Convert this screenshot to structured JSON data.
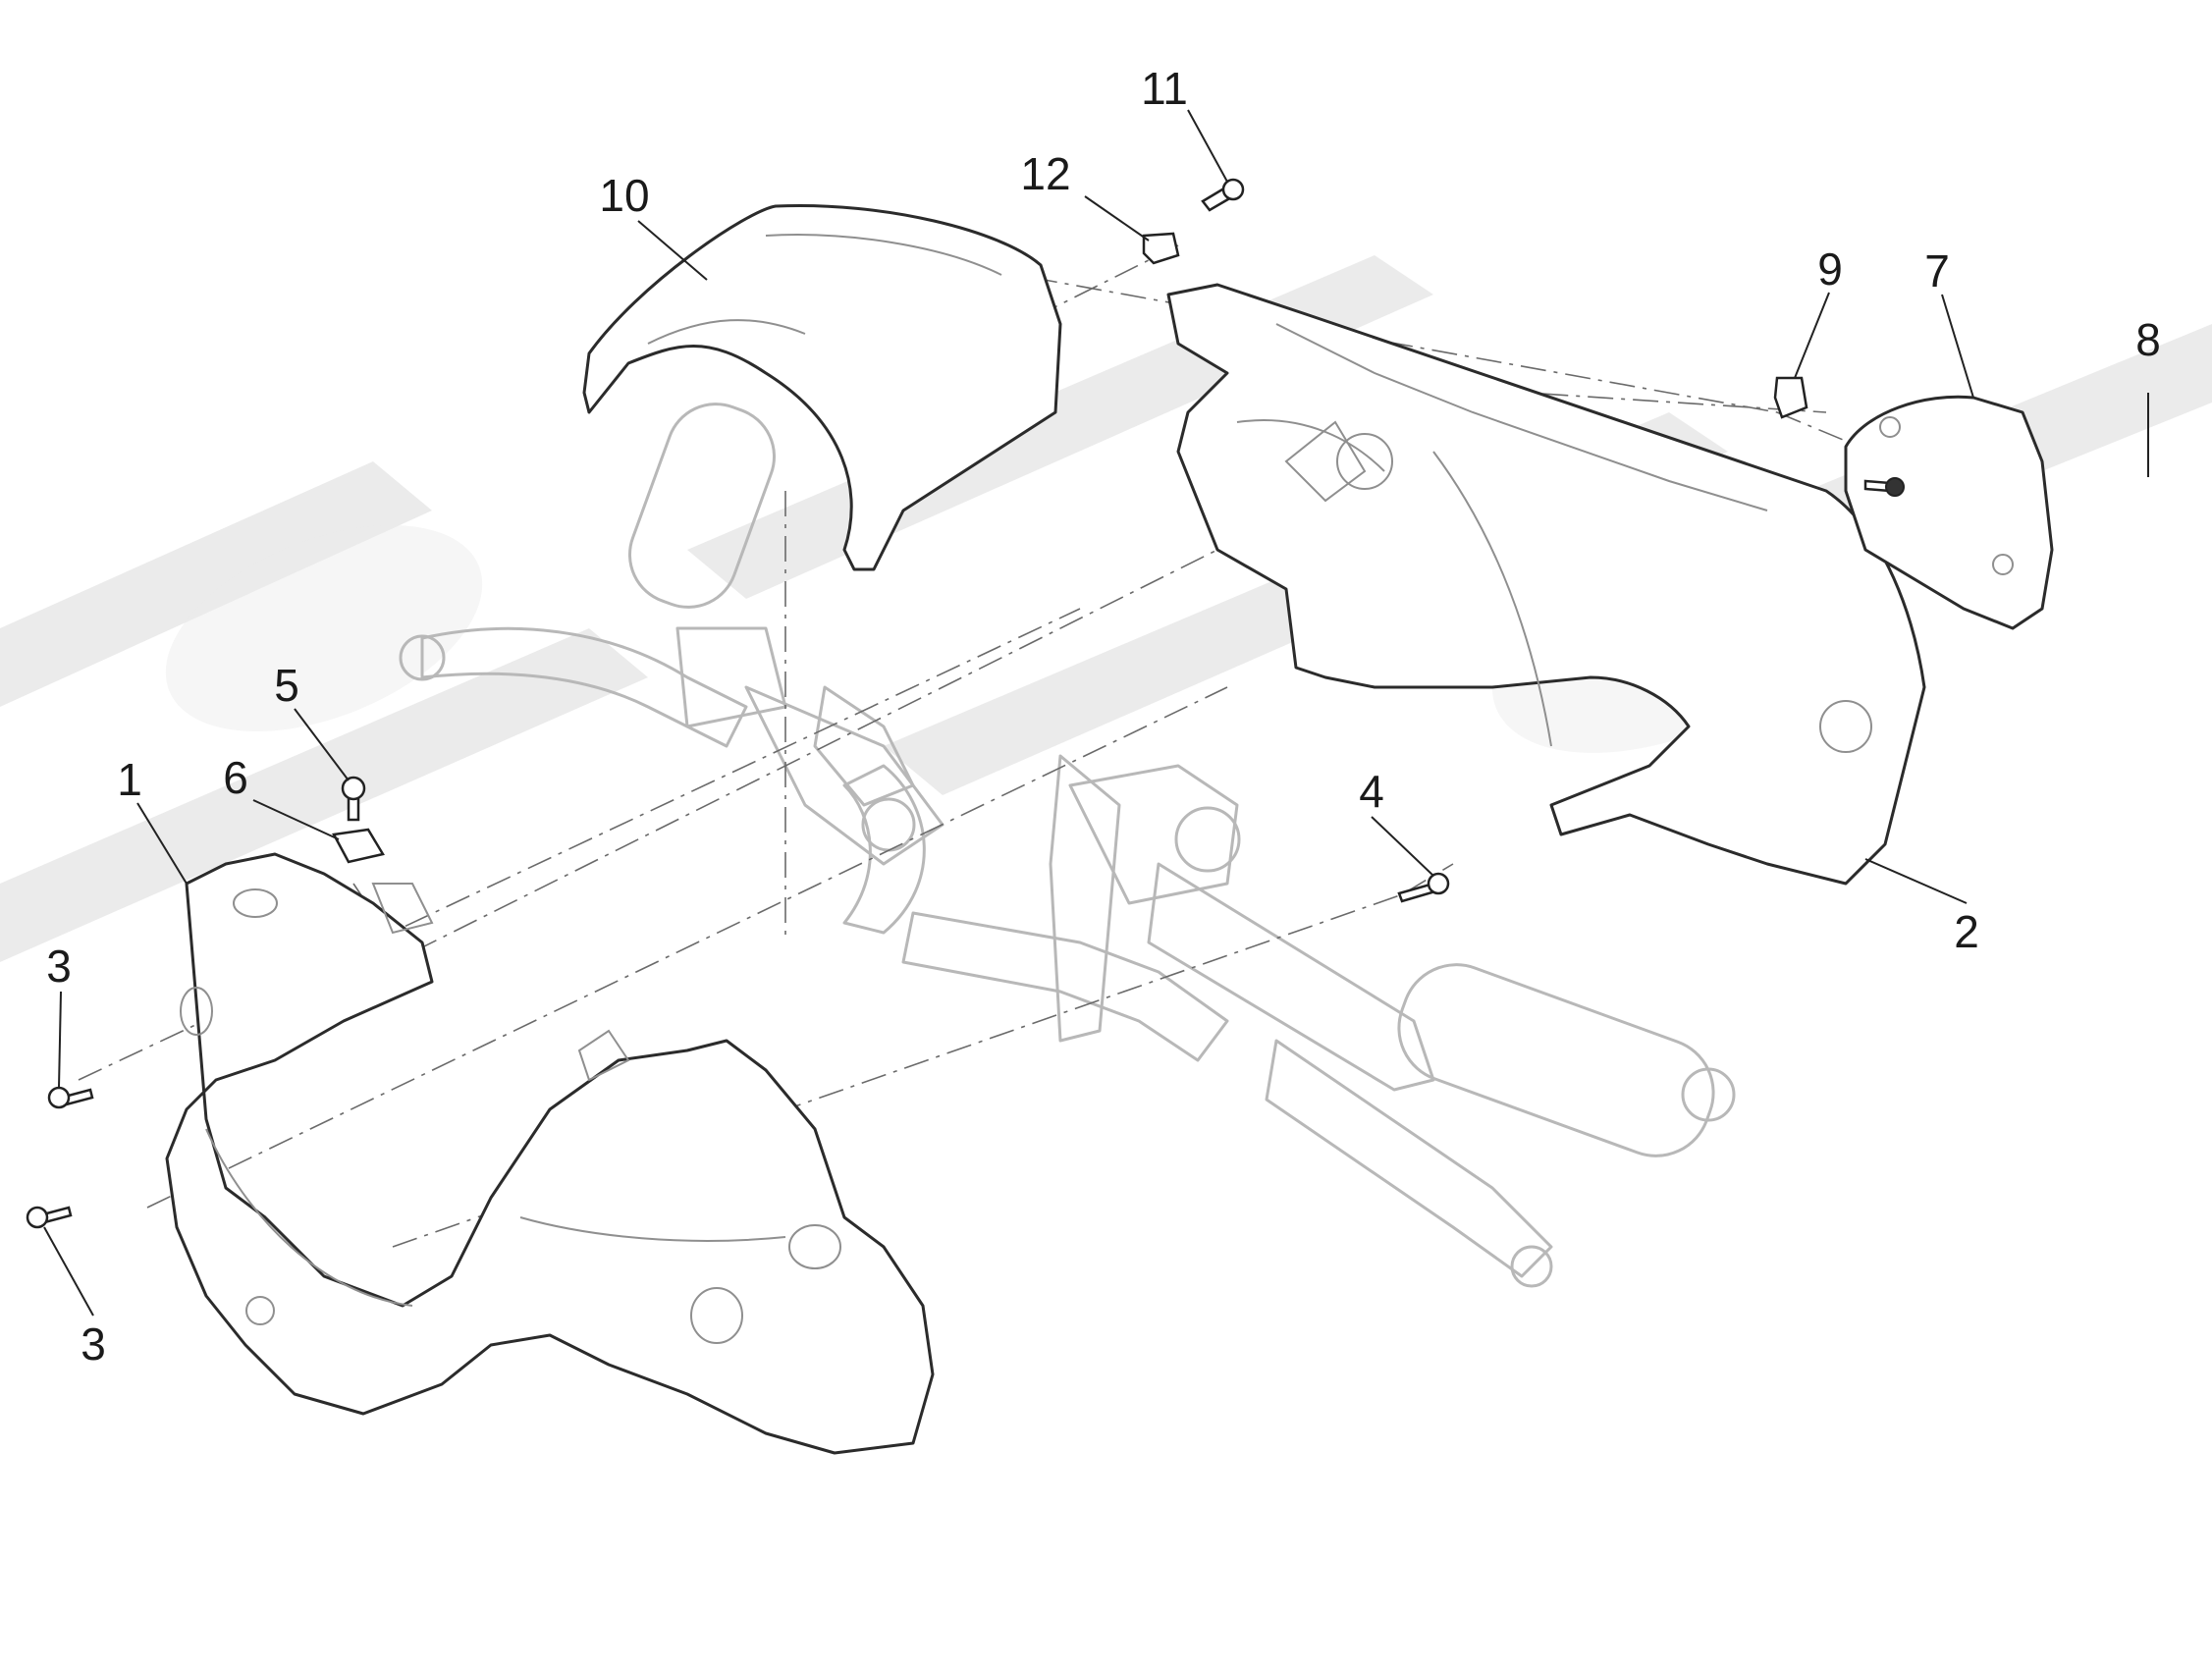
{
  "diagram": {
    "type": "exploded-parts-diagram",
    "callouts": [
      {
        "id": "c1",
        "label": "1"
      },
      {
        "id": "c2",
        "label": "2"
      },
      {
        "id": "c3a",
        "label": "3"
      },
      {
        "id": "c3b",
        "label": "3"
      },
      {
        "id": "c4",
        "label": "4"
      },
      {
        "id": "c5",
        "label": "5"
      },
      {
        "id": "c6",
        "label": "6"
      },
      {
        "id": "c7",
        "label": "7"
      },
      {
        "id": "c8",
        "label": "8"
      },
      {
        "id": "c9",
        "label": "9"
      },
      {
        "id": "c10",
        "label": "10"
      },
      {
        "id": "c11",
        "label": "11"
      },
      {
        "id": "c12",
        "label": "12"
      }
    ],
    "watermark_icon": "brand-watermark",
    "colors": {
      "line": "#2b2b2b",
      "ghost": "#b8b8b8",
      "watermark": "#e9e9e9"
    }
  }
}
